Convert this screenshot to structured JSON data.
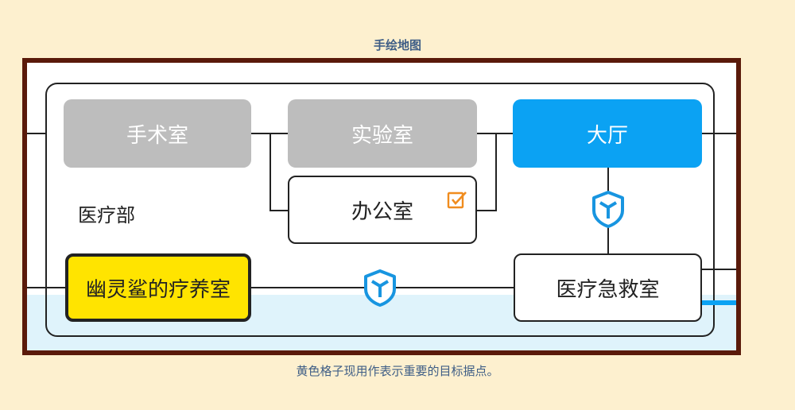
{
  "page": {
    "title": "手绘地图",
    "caption": "黄色格子现用作表示重要的目标据点。"
  },
  "map": {
    "department_label": "医疗部",
    "rooms": {
      "surgery": "手术室",
      "lab": "实验室",
      "hall": "大厅",
      "office": "办公室",
      "ghost_shark_recovery": "幽灵鲨的疗养室",
      "emergency": "医疗急救室"
    },
    "icons": {
      "office_marker": "checkbox-icon",
      "checkpoint": "shield-icon"
    }
  },
  "colors": {
    "background": "#fdf0cf",
    "frame": "#5a1a0a",
    "room_locked": "#bdbdbd",
    "room_hall": "#0ba2f3",
    "target_room": "#ffe400",
    "water": "#dff3fb",
    "text_accent": "#3f5e86",
    "marker": "#f08c1e"
  }
}
